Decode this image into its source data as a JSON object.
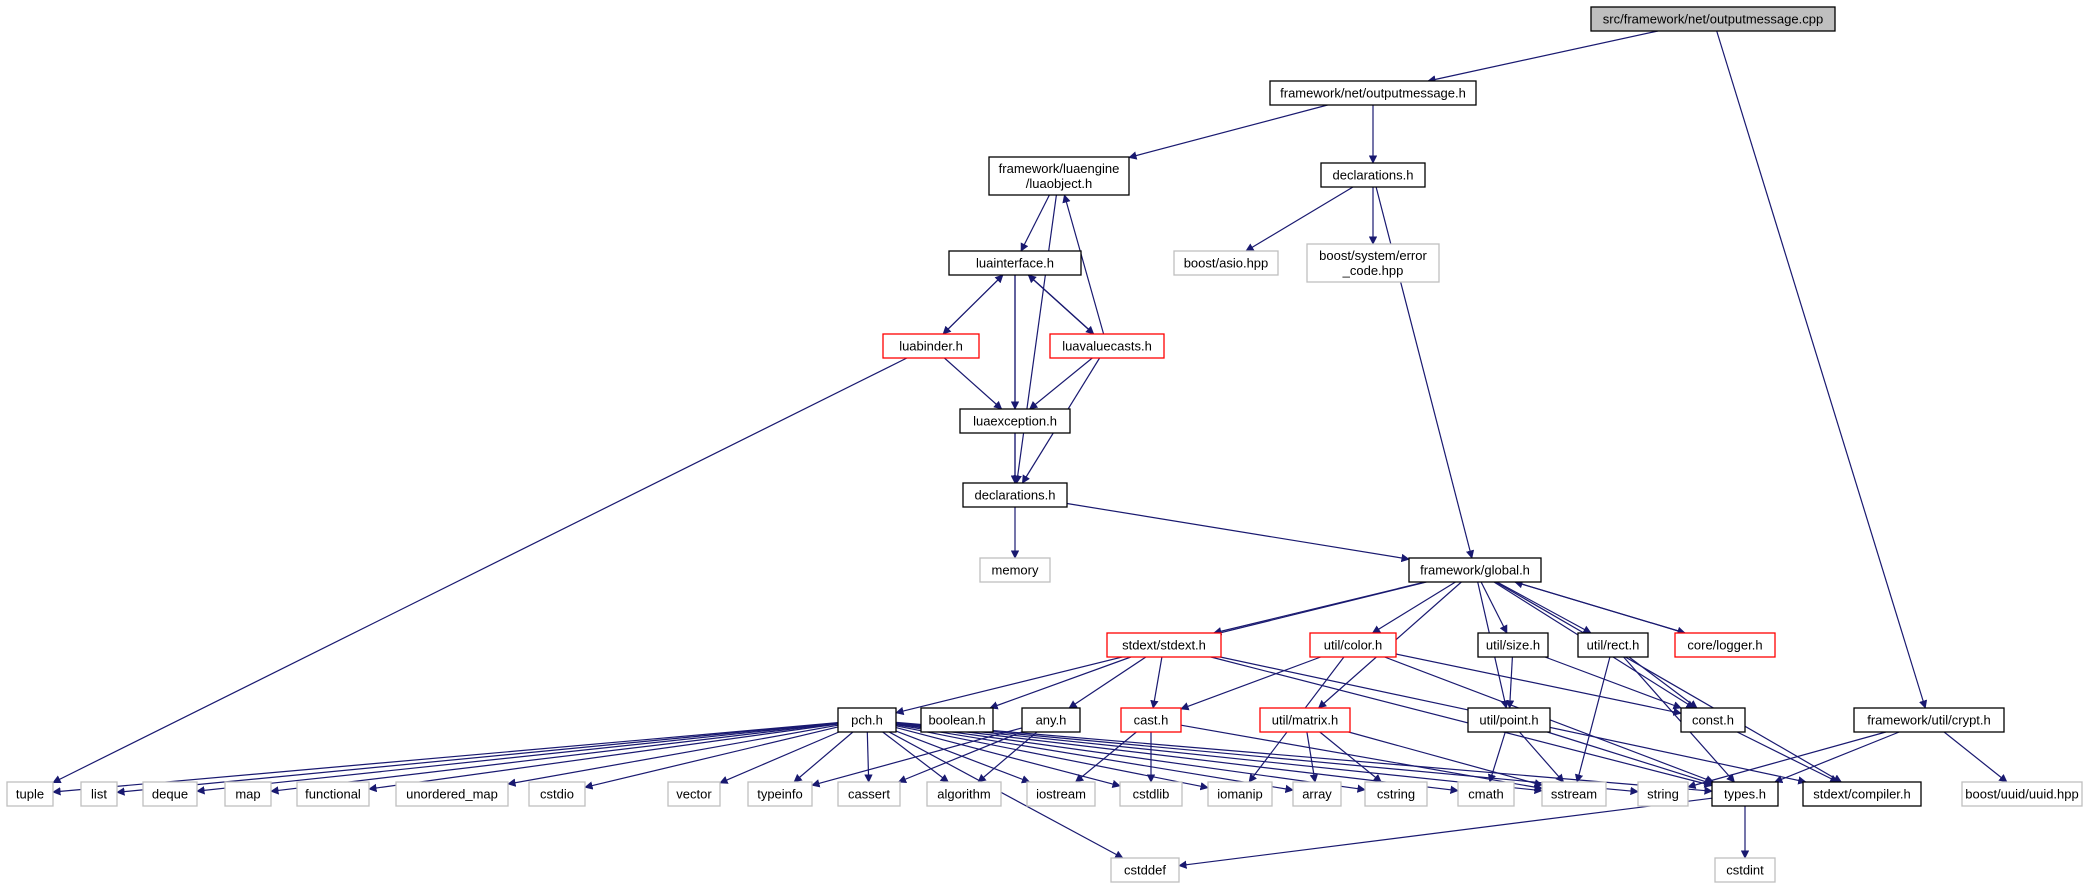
{
  "diagram": {
    "colors": {
      "edge": "#191970",
      "box_focus_fill": "#bfbfbf",
      "box_normal": "#000000",
      "box_truncated": "#ff0000",
      "box_external": "#bfbfbf",
      "text": "#000000"
    },
    "nodes": [
      {
        "id": "outputmessage_cpp",
        "lines": [
          "src/framework/net/outputmessage.cpp"
        ],
        "style": "focus"
      },
      {
        "id": "outputmessage_h",
        "lines": [
          "framework/net/outputmessage.h"
        ],
        "style": "normal"
      },
      {
        "id": "luaobject_h",
        "lines": [
          "framework/luaengine",
          "/luaobject.h"
        ],
        "style": "normal"
      },
      {
        "id": "declarations_h_net",
        "lines": [
          "declarations.h"
        ],
        "style": "normal"
      },
      {
        "id": "boost_asio",
        "lines": [
          "boost/asio.hpp"
        ],
        "style": "external"
      },
      {
        "id": "boost_error_code",
        "lines": [
          "boost/system/error",
          "_code.hpp"
        ],
        "style": "external"
      },
      {
        "id": "luainterface_h",
        "lines": [
          "luainterface.h"
        ],
        "style": "normal"
      },
      {
        "id": "luabinder_h",
        "lines": [
          "luabinder.h"
        ],
        "style": "truncated"
      },
      {
        "id": "luavaluecasts_h",
        "lines": [
          "luavaluecasts.h"
        ],
        "style": "truncated"
      },
      {
        "id": "luaexception_h",
        "lines": [
          "luaexception.h"
        ],
        "style": "normal"
      },
      {
        "id": "declarations_h_lua",
        "lines": [
          "declarations.h"
        ],
        "style": "normal"
      },
      {
        "id": "memory",
        "lines": [
          "memory"
        ],
        "style": "external"
      },
      {
        "id": "global_h",
        "lines": [
          "framework/global.h"
        ],
        "style": "normal"
      },
      {
        "id": "stdext_h",
        "lines": [
          "stdext/stdext.h"
        ],
        "style": "truncated"
      },
      {
        "id": "color_h",
        "lines": [
          "util/color.h"
        ],
        "style": "truncated"
      },
      {
        "id": "size_h",
        "lines": [
          "util/size.h"
        ],
        "style": "normal"
      },
      {
        "id": "rect_h",
        "lines": [
          "util/rect.h"
        ],
        "style": "normal"
      },
      {
        "id": "logger_h",
        "lines": [
          "core/logger.h"
        ],
        "style": "truncated"
      },
      {
        "id": "pch_h",
        "lines": [
          "pch.h"
        ],
        "style": "normal"
      },
      {
        "id": "boolean_h",
        "lines": [
          "boolean.h"
        ],
        "style": "normal"
      },
      {
        "id": "any_h",
        "lines": [
          "any.h"
        ],
        "style": "normal"
      },
      {
        "id": "cast_h",
        "lines": [
          "cast.h"
        ],
        "style": "truncated"
      },
      {
        "id": "matrix_h",
        "lines": [
          "util/matrix.h"
        ],
        "style": "truncated"
      },
      {
        "id": "point_h",
        "lines": [
          "util/point.h"
        ],
        "style": "normal"
      },
      {
        "id": "const_h",
        "lines": [
          "const.h"
        ],
        "style": "normal"
      },
      {
        "id": "crypt_h",
        "lines": [
          "framework/util/crypt.h"
        ],
        "style": "normal"
      },
      {
        "id": "tuple",
        "lines": [
          "tuple"
        ],
        "style": "external"
      },
      {
        "id": "list",
        "lines": [
          "list"
        ],
        "style": "external"
      },
      {
        "id": "deque",
        "lines": [
          "deque"
        ],
        "style": "external"
      },
      {
        "id": "map",
        "lines": [
          "map"
        ],
        "style": "external"
      },
      {
        "id": "functional",
        "lines": [
          "functional"
        ],
        "style": "external"
      },
      {
        "id": "unordered_map",
        "lines": [
          "unordered_map"
        ],
        "style": "external"
      },
      {
        "id": "cstdio",
        "lines": [
          "cstdio"
        ],
        "style": "external"
      },
      {
        "id": "vector",
        "lines": [
          "vector"
        ],
        "style": "external"
      },
      {
        "id": "typeinfo",
        "lines": [
          "typeinfo"
        ],
        "style": "external"
      },
      {
        "id": "cassert",
        "lines": [
          "cassert"
        ],
        "style": "external"
      },
      {
        "id": "algorithm",
        "lines": [
          "algorithm"
        ],
        "style": "external"
      },
      {
        "id": "iostream",
        "lines": [
          "iostream"
        ],
        "style": "external"
      },
      {
        "id": "cstdlib",
        "lines": [
          "cstdlib"
        ],
        "style": "external"
      },
      {
        "id": "iomanip",
        "lines": [
          "iomanip"
        ],
        "style": "external"
      },
      {
        "id": "array",
        "lines": [
          "array"
        ],
        "style": "external"
      },
      {
        "id": "cstring",
        "lines": [
          "cstring"
        ],
        "style": "external"
      },
      {
        "id": "cmath",
        "lines": [
          "cmath"
        ],
        "style": "external"
      },
      {
        "id": "sstream",
        "lines": [
          "sstream"
        ],
        "style": "external"
      },
      {
        "id": "string",
        "lines": [
          "string"
        ],
        "style": "external"
      },
      {
        "id": "types_h",
        "lines": [
          "types.h"
        ],
        "style": "normal"
      },
      {
        "id": "compiler_h",
        "lines": [
          "stdext/compiler.h"
        ],
        "style": "normal"
      },
      {
        "id": "boost_uuid",
        "lines": [
          "boost/uuid/uuid.hpp"
        ],
        "style": "external"
      },
      {
        "id": "cstddef",
        "lines": [
          "cstddef"
        ],
        "style": "external"
      },
      {
        "id": "cstdint",
        "lines": [
          "cstdint"
        ],
        "style": "external"
      }
    ],
    "edges": [
      [
        "outputmessage_cpp",
        "outputmessage_h"
      ],
      [
        "outputmessage_cpp",
        "crypt_h"
      ],
      [
        "outputmessage_h",
        "luaobject_h"
      ],
      [
        "outputmessage_h",
        "declarations_h_net"
      ],
      [
        "luaobject_h",
        "luainterface_h"
      ],
      [
        "luaobject_h",
        "declarations_h_lua"
      ],
      [
        "declarations_h_net",
        "boost_asio"
      ],
      [
        "declarations_h_net",
        "boost_error_code"
      ],
      [
        "declarations_h_net",
        "global_h"
      ],
      [
        "luainterface_h",
        "luabinder_h"
      ],
      [
        "luainterface_h",
        "luavaluecasts_h"
      ],
      [
        "luainterface_h",
        "luaexception_h"
      ],
      [
        "luainterface_h",
        "declarations_h_lua"
      ],
      [
        "luabinder_h",
        "luainterface_h"
      ],
      [
        "luabinder_h",
        "luaexception_h"
      ],
      [
        "luabinder_h",
        "tuple"
      ],
      [
        "luavaluecasts_h",
        "luainterface_h"
      ],
      [
        "luavaluecasts_h",
        "luaobject_h"
      ],
      [
        "luavaluecasts_h",
        "luaexception_h"
      ],
      [
        "luavaluecasts_h",
        "declarations_h_lua"
      ],
      [
        "luaexception_h",
        "declarations_h_lua"
      ],
      [
        "declarations_h_lua",
        "memory"
      ],
      [
        "declarations_h_lua",
        "global_h"
      ],
      [
        "global_h",
        "pch_h"
      ],
      [
        "global_h",
        "stdext_h"
      ],
      [
        "global_h",
        "color_h"
      ],
      [
        "global_h",
        "matrix_h"
      ],
      [
        "global_h",
        "size_h"
      ],
      [
        "global_h",
        "rect_h"
      ],
      [
        "global_h",
        "logger_h"
      ],
      [
        "global_h",
        "point_h"
      ],
      [
        "global_h",
        "const_h"
      ],
      [
        "global_h",
        "compiler_h"
      ],
      [
        "logger_h",
        "global_h"
      ],
      [
        "stdext_h",
        "boolean_h"
      ],
      [
        "stdext_h",
        "any_h"
      ],
      [
        "stdext_h",
        "cast_h"
      ],
      [
        "stdext_h",
        "types_h"
      ],
      [
        "stdext_h",
        "compiler_h"
      ],
      [
        "color_h",
        "cast_h"
      ],
      [
        "color_h",
        "iomanip"
      ],
      [
        "color_h",
        "const_h"
      ],
      [
        "color_h",
        "types_h"
      ],
      [
        "size_h",
        "point_h"
      ],
      [
        "size_h",
        "const_h"
      ],
      [
        "rect_h",
        "const_h"
      ],
      [
        "rect_h",
        "sstream"
      ],
      [
        "rect_h",
        "types_h"
      ],
      [
        "pch_h",
        "tuple"
      ],
      [
        "pch_h",
        "list"
      ],
      [
        "pch_h",
        "deque"
      ],
      [
        "pch_h",
        "map"
      ],
      [
        "pch_h",
        "functional"
      ],
      [
        "pch_h",
        "unordered_map"
      ],
      [
        "pch_h",
        "cstdio"
      ],
      [
        "pch_h",
        "vector"
      ],
      [
        "pch_h",
        "typeinfo"
      ],
      [
        "pch_h",
        "cassert"
      ],
      [
        "pch_h",
        "algorithm"
      ],
      [
        "pch_h",
        "iostream"
      ],
      [
        "pch_h",
        "cstdlib"
      ],
      [
        "pch_h",
        "iomanip"
      ],
      [
        "pch_h",
        "array"
      ],
      [
        "pch_h",
        "cstring"
      ],
      [
        "pch_h",
        "cmath"
      ],
      [
        "pch_h",
        "sstream"
      ],
      [
        "pch_h",
        "string"
      ],
      [
        "pch_h",
        "types_h"
      ],
      [
        "pch_h",
        "cstddef"
      ],
      [
        "any_h",
        "typeinfo"
      ],
      [
        "any_h",
        "cassert"
      ],
      [
        "any_h",
        "algorithm"
      ],
      [
        "cast_h",
        "iostream"
      ],
      [
        "cast_h",
        "cstdlib"
      ],
      [
        "cast_h",
        "sstream"
      ],
      [
        "matrix_h",
        "array"
      ],
      [
        "matrix_h",
        "cstring"
      ],
      [
        "matrix_h",
        "sstream"
      ],
      [
        "point_h",
        "cmath"
      ],
      [
        "point_h",
        "sstream"
      ],
      [
        "point_h",
        "types_h"
      ],
      [
        "const_h",
        "compiler_h"
      ],
      [
        "crypt_h",
        "string"
      ],
      [
        "crypt_h",
        "types_h"
      ],
      [
        "crypt_h",
        "boost_uuid"
      ],
      [
        "types_h",
        "cstddef"
      ],
      [
        "types_h",
        "cstdint"
      ]
    ]
  }
}
